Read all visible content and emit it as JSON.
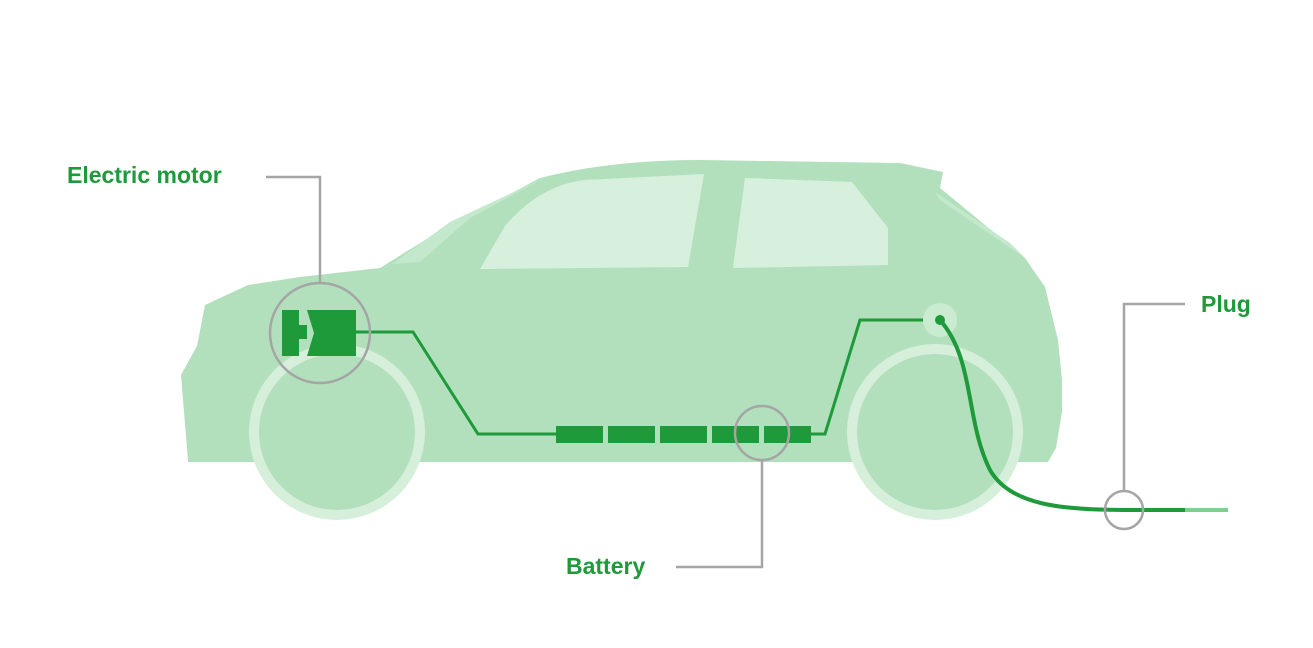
{
  "colors": {
    "car_body": "#b2e0bc",
    "wheel_well": "#d6efdb",
    "window": "#d7f0dd",
    "component_green": "#1e9a3a",
    "callout_gray": "#a5a5a5",
    "label_green": "#1e9a3a",
    "background": "#ffffff"
  },
  "labels": {
    "motor": "Electric motor",
    "battery": "Battery",
    "plug": "Plug"
  },
  "icons": {
    "vehicle": "electric-car-silhouette",
    "motor": "electric-motor-icon",
    "battery": "battery-pack-icon",
    "plug": "charging-plug-icon"
  }
}
